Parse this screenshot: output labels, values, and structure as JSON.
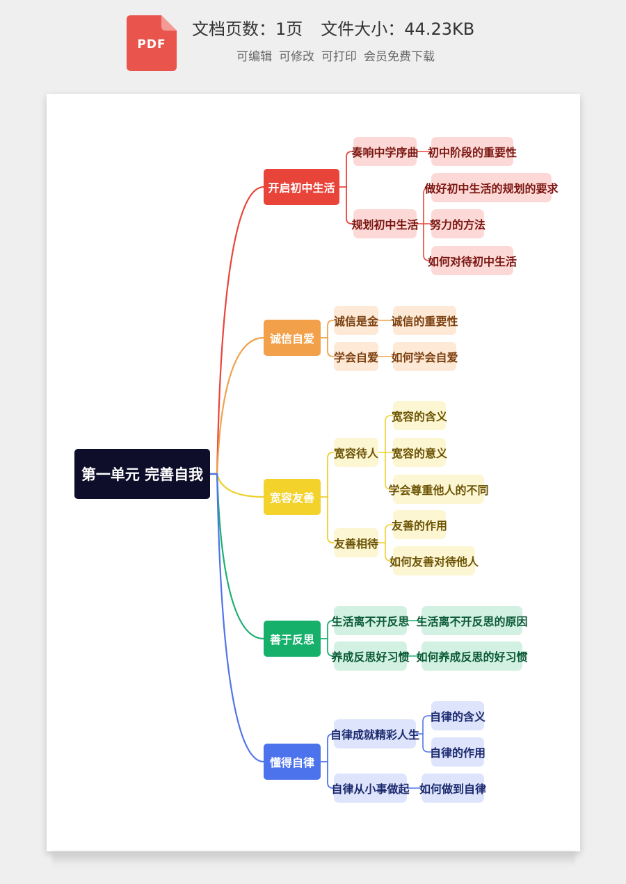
{
  "header": {
    "icon_label": "PDF",
    "pages": "文档页数：1页",
    "size": "文件大小：44.23KB",
    "features": [
      "可编辑",
      "可修改",
      "可打印",
      "会员免费下载"
    ]
  },
  "mindmap": {
    "root": "第一单元 完善自我",
    "branches": [
      {
        "label": "开启初中生活",
        "colors": {
          "main": "#e8443a",
          "light": "#fcd9d6",
          "text": "#7a1612",
          "line": "#e8443a"
        },
        "children": [
          {
            "label": "奏响中学序曲",
            "children": [
              "初中阶段的重要性"
            ]
          },
          {
            "label": "规划初中生活",
            "children": [
              "做好初中生活的规划的要求",
              "努力的方法",
              "如何对待初中生活"
            ]
          }
        ]
      },
      {
        "label": "诚信自爱",
        "colors": {
          "main": "#f2a049",
          "light": "#fde9d5",
          "text": "#7a3e0f",
          "line": "#f0a24c"
        },
        "children": [
          {
            "label": "诚信是金",
            "children": [
              "诚信的重要性"
            ]
          },
          {
            "label": "学会自爱",
            "children": [
              "如何学会自爱"
            ]
          }
        ]
      },
      {
        "label": "宽容友善",
        "colors": {
          "main": "#f3d22c",
          "light": "#fdf6d2",
          "text": "#6b5406",
          "line": "#efcf2c"
        },
        "children": [
          {
            "label": "宽容待人",
            "children": [
              "宽容的含义",
              "宽容的意义",
              "学会尊重他人的不同"
            ]
          },
          {
            "label": "友善相待",
            "children": [
              "友善的作用",
              "如何友善对待他人"
            ]
          }
        ]
      },
      {
        "label": "善于反思",
        "colors": {
          "main": "#16b06b",
          "light": "#d3f1e2",
          "text": "#0b5a36",
          "line": "#1bb071"
        },
        "children": [
          {
            "label": "生活离不开反思",
            "children": [
              "生活离不开反思的原因"
            ]
          },
          {
            "label": "养成反思好习惯",
            "children": [
              "如何养成反思的好习惯"
            ]
          }
        ]
      },
      {
        "label": "懂得自律",
        "colors": {
          "main": "#4c72ec",
          "light": "#dde4fb",
          "text": "#1c2a6e",
          "line": "#4f74ea"
        },
        "children": [
          {
            "label": "自律成就精彩人生",
            "children": [
              "自律的含义",
              "自律的作用"
            ]
          },
          {
            "label": "自律从小事做起",
            "children": [
              "如何做到自律"
            ]
          }
        ]
      }
    ]
  }
}
